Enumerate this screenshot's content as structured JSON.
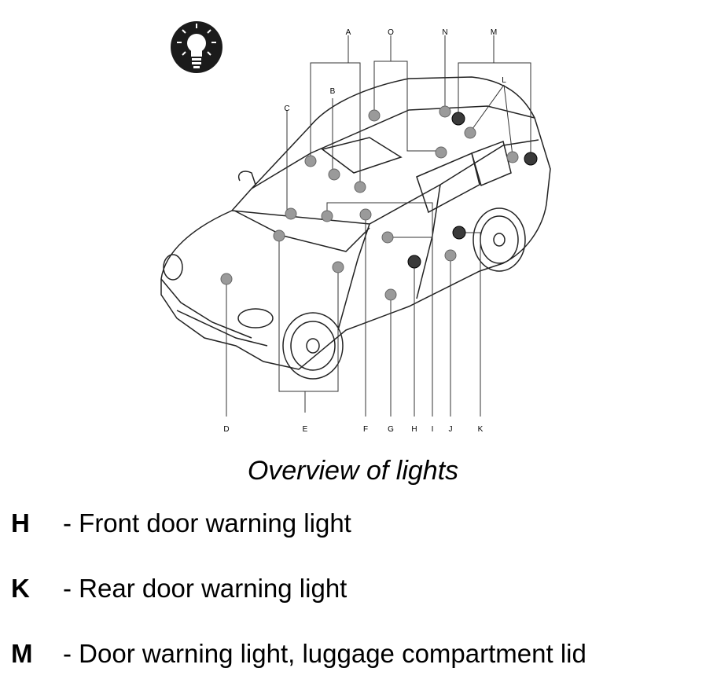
{
  "diagram": {
    "caption": "Overview of lights",
    "callout_labels": [
      "A",
      "O",
      "N",
      "M",
      "B",
      "C",
      "L",
      "D",
      "E",
      "F",
      "G",
      "H",
      "I",
      "J",
      "K"
    ]
  },
  "legend": [
    {
      "key": "H",
      "text": "- Front door warning light"
    },
    {
      "key": "K",
      "text": "- Rear door warning light"
    },
    {
      "key": "M",
      "text": "- Door warning light, luggage compartment lid"
    }
  ]
}
